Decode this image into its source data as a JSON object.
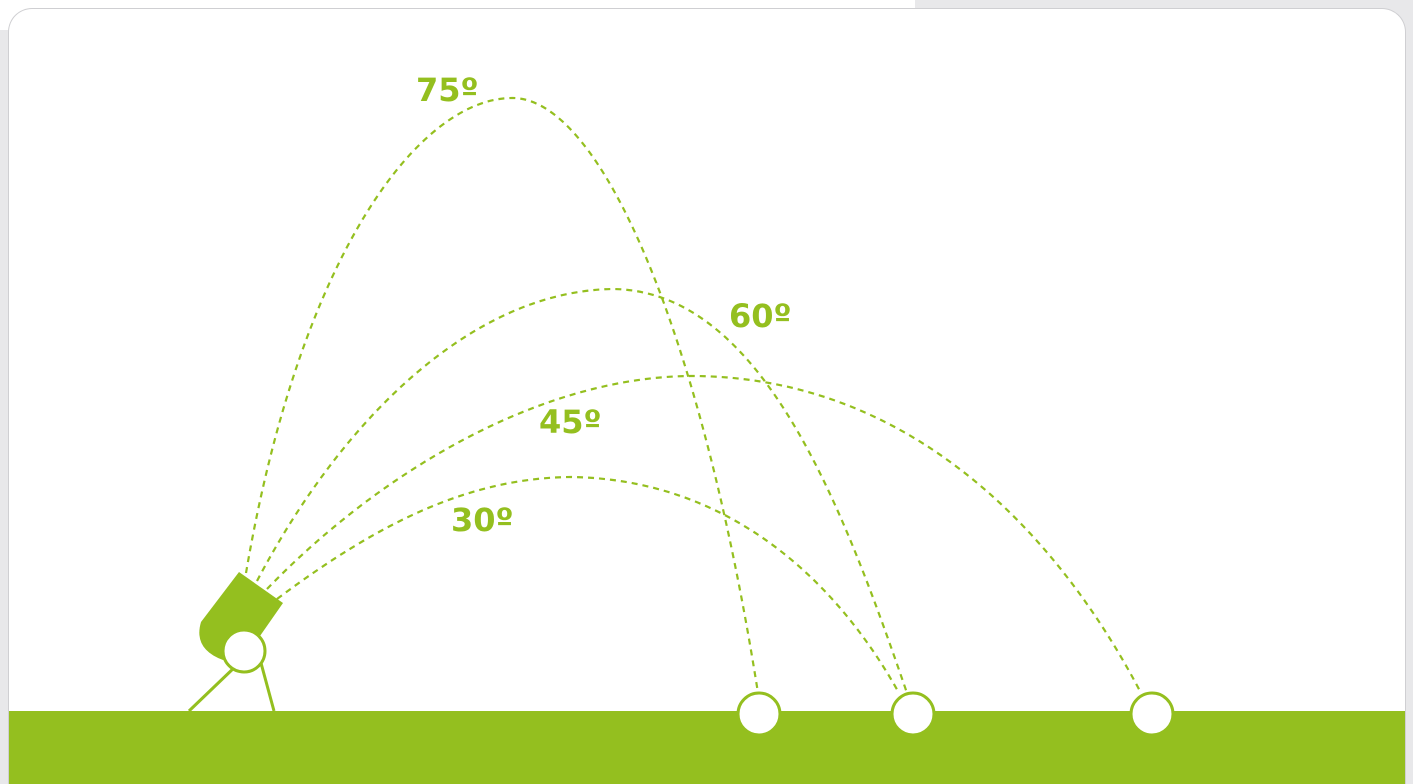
{
  "colors": {
    "accent": "#94bf1f",
    "background": "#ffffff",
    "outer": "#e8e8ea"
  },
  "diagram": {
    "trajectories": [
      {
        "label": "75º"
      },
      {
        "label": "60º"
      },
      {
        "label": "45º"
      },
      {
        "label": "30º"
      }
    ],
    "icons": {
      "launcher": "cannon-icon",
      "ball": "ball-icon"
    }
  }
}
